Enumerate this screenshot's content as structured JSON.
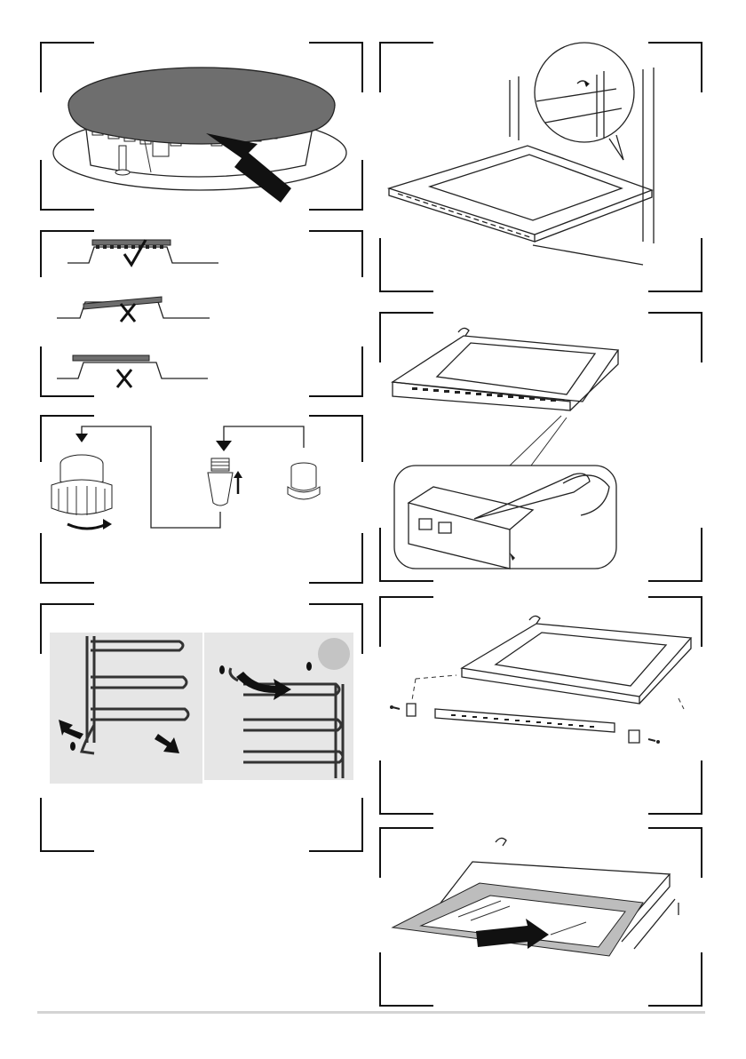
{
  "page": {
    "title": "",
    "colors": {
      "line": "#222222",
      "burner_cap": "#6e6e6e",
      "panel_photo_bg": "#e6e6e6",
      "glass_gray": "#bdbdbd",
      "footer_rule": "#d4d4d4"
    }
  },
  "figures": [
    {
      "id": "burner-cap-alignment",
      "icons": [
        "burner-cap-icon",
        "arrow-icon"
      ]
    },
    {
      "id": "cap-position-check",
      "icons": [
        "check-mark-icon",
        "cross-mark-icon",
        "cross-mark-icon"
      ]
    },
    {
      "id": "lamp-replacement",
      "icons": [
        "lamp-cover-icon",
        "bulb-icon",
        "glass-cover-icon",
        "rotate-arrow-icon"
      ]
    },
    {
      "id": "shelf-rack-removal",
      "icons": [
        "rack-icon",
        "arrow-icon"
      ]
    },
    {
      "id": "oven-door-hinge",
      "icons": [
        "door-icon",
        "hinge-detail-icon"
      ]
    },
    {
      "id": "door-trim-screwdriver",
      "icons": [
        "door-icon",
        "screwdriver-icon"
      ]
    },
    {
      "id": "door-exploded-view",
      "icons": [
        "door-icon",
        "screw-icon",
        "end-cap-icon"
      ]
    },
    {
      "id": "inner-glass-removal",
      "icons": [
        "door-icon",
        "glass-panel-icon",
        "arrow-icon"
      ]
    }
  ]
}
